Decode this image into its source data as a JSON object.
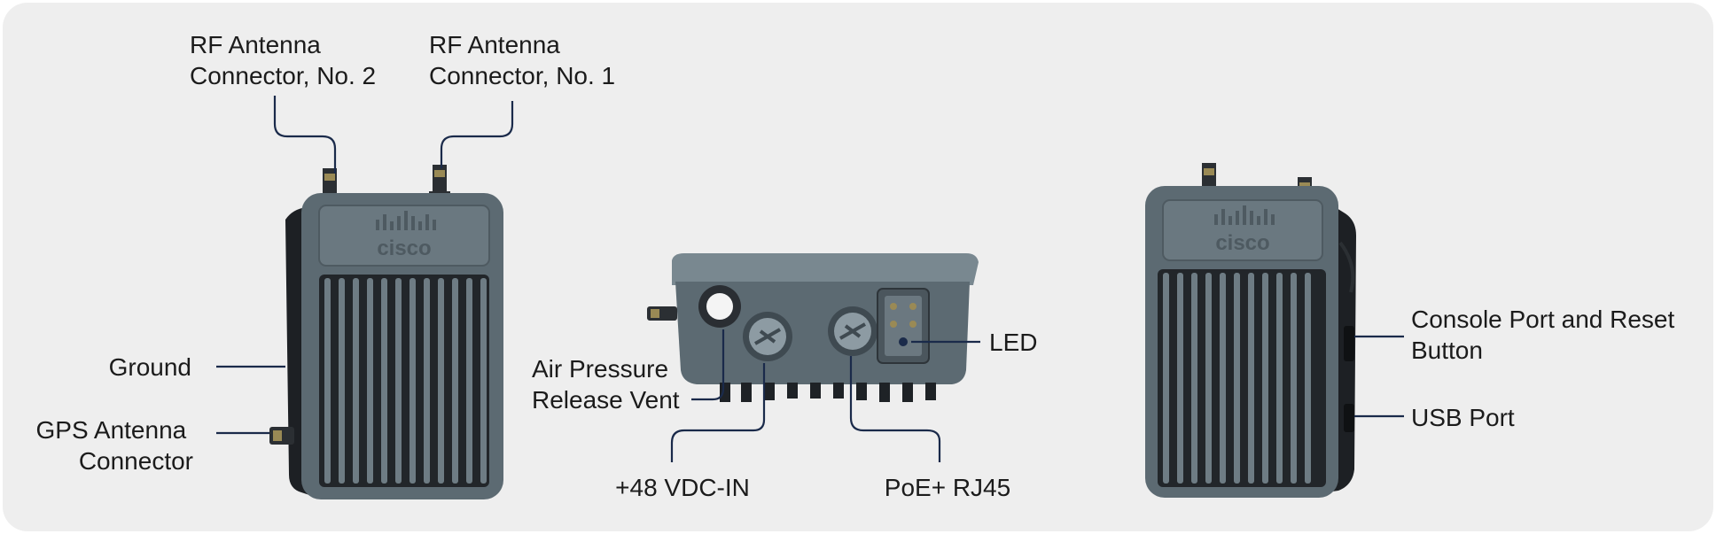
{
  "colors": {
    "panel_background": "#eeeeee",
    "leader_line": "#1a2a4a",
    "housing_gray": "#5c6a72",
    "housing_dark": "#1d2024"
  },
  "devices": {
    "left": {
      "logo_text": "cisco"
    },
    "right": {
      "logo_text": "cisco"
    }
  },
  "callouts": {
    "rf_antenna_2": [
      "RF Antenna",
      "Connector, No. 2"
    ],
    "rf_antenna_1": [
      "RF Antenna",
      "Connector, No. 1"
    ],
    "ground": [
      "Ground"
    ],
    "gps_antenna": [
      "GPS Antenna",
      "Connector"
    ],
    "air_pressure_vent": [
      "Air Pressure",
      "Release Vent"
    ],
    "led": [
      "LED"
    ],
    "vdc_in": [
      "+48 VDC-IN"
    ],
    "poe_rj45": [
      "PoE+ RJ45"
    ],
    "console_reset": [
      "Console Port and Reset",
      "Button"
    ],
    "usb_port": [
      "USB Port"
    ]
  }
}
